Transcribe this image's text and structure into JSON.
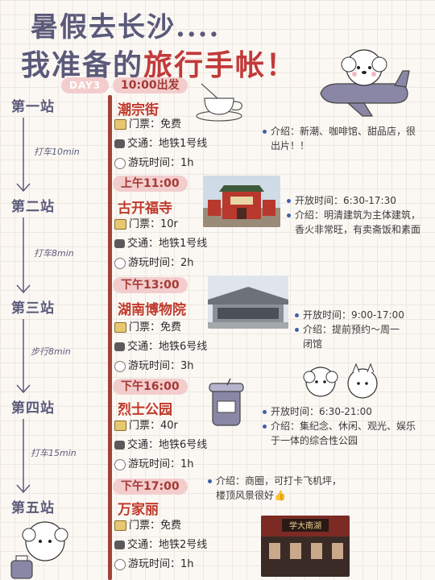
{
  "title": {
    "line1": "暑假去长沙....",
    "line2_prefix": "我准备的",
    "line2_red": "旅行手帐",
    "line2_suffix": "！"
  },
  "day": "DAY3",
  "stations": [
    {
      "label": "第一站",
      "time": "10:00出发",
      "spot": "潮宗街",
      "ticket": "门票：免费",
      "traffic": "交通：地铁1号线",
      "duration": "游玩时间：1h",
      "notes": [
        "介绍：新潮、咖啡馆、甜品店，很",
        "出片！！"
      ]
    },
    {
      "label": "第二站",
      "time": "上午11:00",
      "spot": "古开福寺",
      "ticket": "门票：10r",
      "traffic": "交通：地铁1号线",
      "duration": "游玩时间：2h",
      "notes": [
        "开放时间：6:30-17:30",
        "介绍：明清建筑为主体建筑，",
        "香火非常旺，有卖斋饭和素面"
      ]
    },
    {
      "label": "第三站",
      "time": "下午13:00",
      "spot": "湖南博物院",
      "ticket": "门票：免费",
      "traffic": "交通：地铁6号线",
      "duration": "游玩时间：3h",
      "notes": [
        "开放时间：9:00-17:00",
        "介绍：提前预约～周一",
        "闭馆"
      ]
    },
    {
      "label": "第四站",
      "time": "下午16:00",
      "spot": "烈士公园",
      "ticket": "门票：40r",
      "traffic": "交通：地铁6号线",
      "duration": "游玩时间：1h",
      "notes": [
        "开放时间：6:30-21:00",
        "介绍：集纪念、休闲、观光、娱乐",
        "于一体的综合性公园"
      ]
    },
    {
      "label": "第五站",
      "time": "下午17:00",
      "spot": "万家丽",
      "ticket": "门票：免费",
      "traffic": "交通：地铁2号线",
      "duration": "游玩时间：1h",
      "notes": [
        "介绍：商圈，可打卡飞机坪，",
        "楼顶风景很好👍"
      ]
    }
  ],
  "transfers": [
    "打车10min",
    "打车8min",
    "步行8min",
    "打车15min"
  ],
  "sign_text": "学大南湖"
}
